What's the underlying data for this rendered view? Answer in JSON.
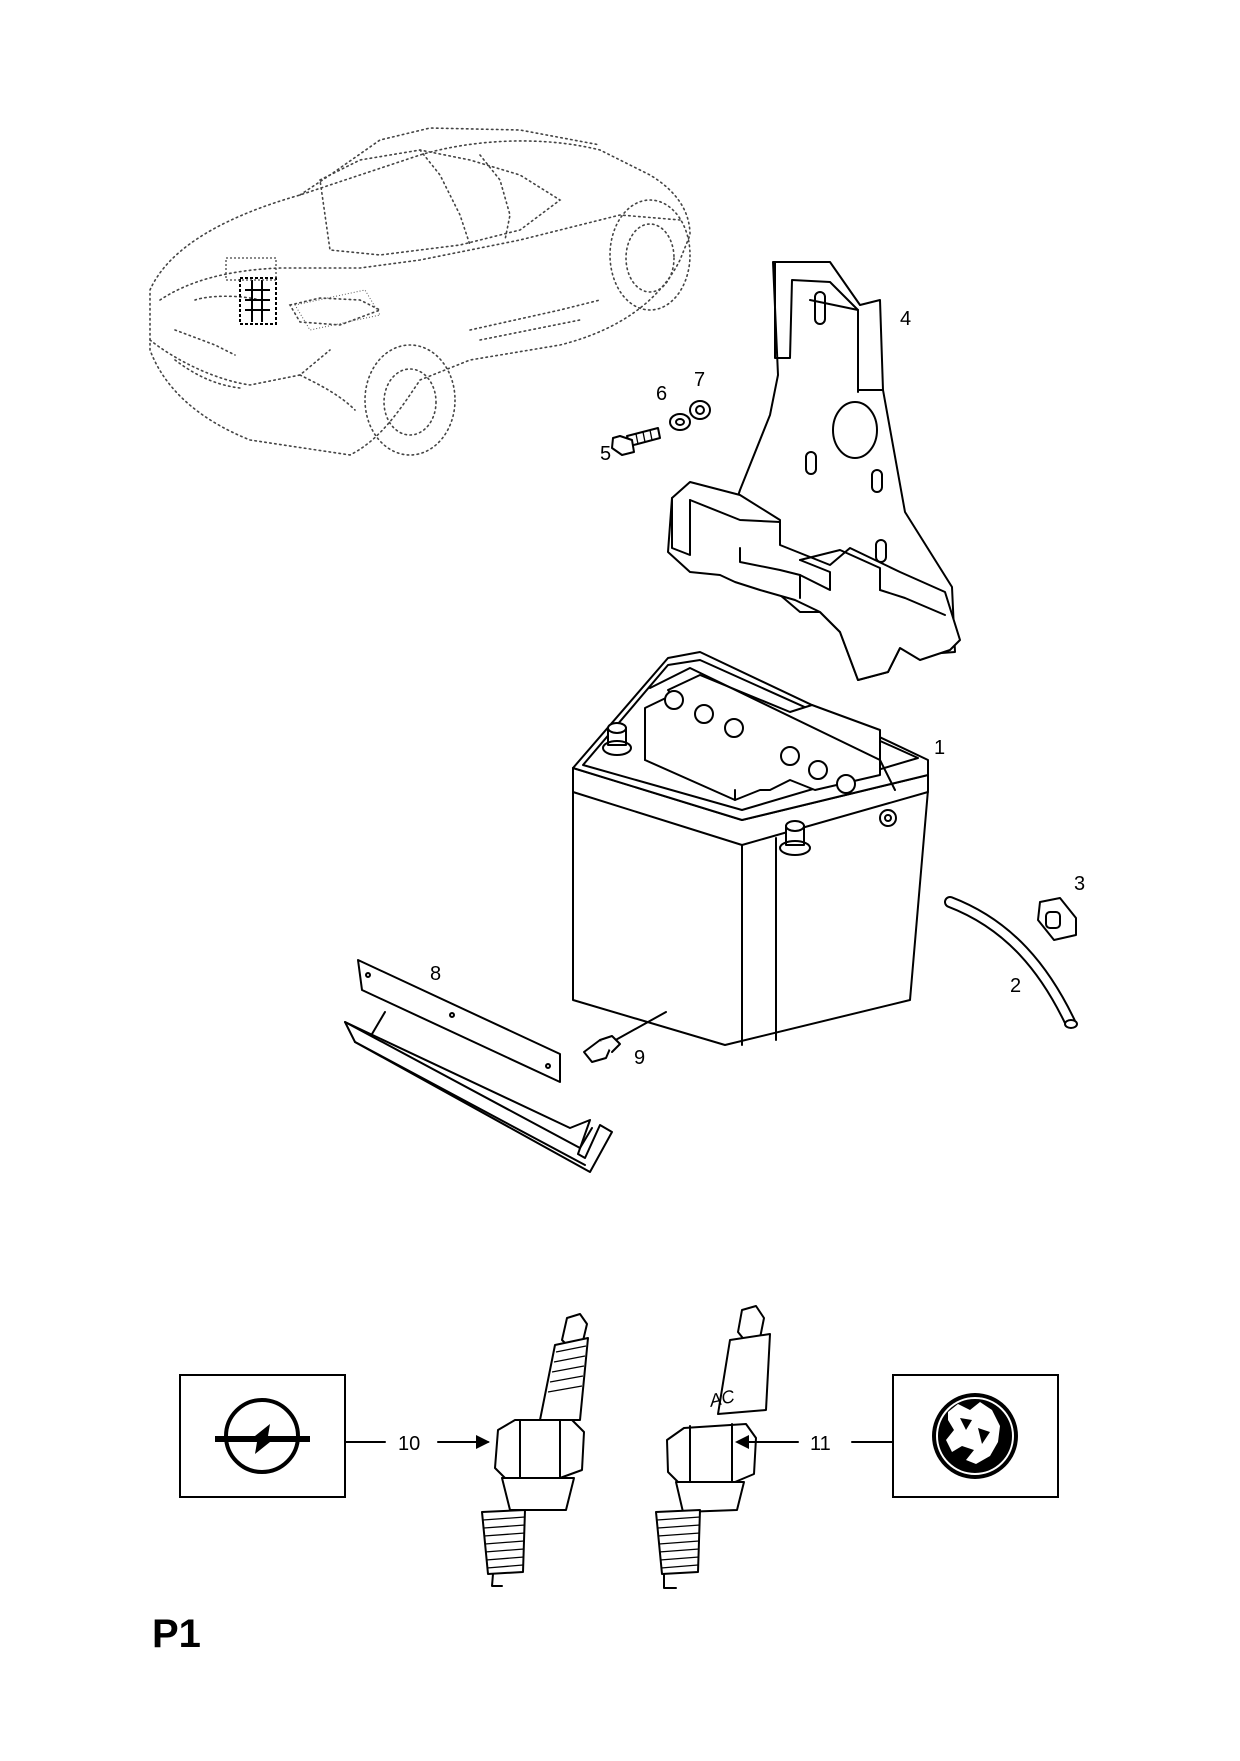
{
  "page": {
    "code": "P1"
  },
  "callouts": [
    {
      "id": "1",
      "label": "1"
    },
    {
      "id": "2",
      "label": "2"
    },
    {
      "id": "3",
      "label": "3"
    },
    {
      "id": "4",
      "label": "4"
    },
    {
      "id": "5",
      "label": "5"
    },
    {
      "id": "6",
      "label": "6"
    },
    {
      "id": "7",
      "label": "7"
    },
    {
      "id": "8",
      "label": "8"
    },
    {
      "id": "9",
      "label": "9"
    },
    {
      "id": "10",
      "label": "10"
    },
    {
      "id": "11",
      "label": "11"
    }
  ],
  "spark_plug_marking": "AC",
  "logos": {
    "left": "opel-logo",
    "right": "vauxhall-griffin-logo"
  }
}
